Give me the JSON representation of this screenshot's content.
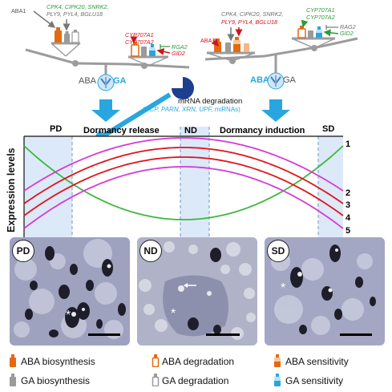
{
  "top_left": {
    "green_genes": [
      "CPK4, CIPK20, SNRK2,"
    ],
    "grey_genes": [
      "PLY9, PYL4, BGLU18"
    ],
    "aba1": "ABA1",
    "cyp_red": [
      "CYP707A1",
      "CYP707A2"
    ],
    "rga2": "RGA2",
    "gid2": "GID2",
    "balance_aba": "ABA",
    "balance_ga": "GA"
  },
  "top_right": {
    "grey_genes": [
      "CPK4, CIPK20, SNRK2,"
    ],
    "red_genes": [
      "PLY9, PYL4, BGLU18"
    ],
    "aba1": "ABA1",
    "cyp_green": [
      "CYP707A1",
      "CYP707A2"
    ],
    "rag2": "RAG2",
    "gid2": "GID2",
    "balance_aba": "ABA",
    "balance_ga": "GA"
  },
  "mrna": {
    "title": "mRNA degradation",
    "detail_prefix": "(",
    "detail_italic": "DCP, PARN, XRN, UPF,",
    "detail_suffix": " miRNAs)"
  },
  "chart": {
    "ylabel": "Expression levels",
    "phase_labels": [
      "PD",
      "Dormancy release",
      "ND",
      "Dormancy induction",
      "SD"
    ],
    "curve_numbers": [
      "1",
      "2",
      "3",
      "4",
      "5"
    ],
    "colors": {
      "green": "#3cb83c",
      "red": "#e0141c",
      "magenta": "#d63ad6",
      "band": "#dce9f8"
    }
  },
  "micrographs": [
    {
      "label": "PD"
    },
    {
      "label": "ND"
    },
    {
      "label": "SD"
    }
  ],
  "legend": [
    {
      "icon": "aba-biosynthesis",
      "text": "ABA biosynthesis",
      "color": "#e46a12"
    },
    {
      "icon": "aba-degradation",
      "text": "ABA degradation",
      "color": "#e46a12"
    },
    {
      "icon": "aba-sensitivity",
      "text": "ABA sensitivity",
      "color": "#e46a12"
    },
    {
      "icon": "ga-biosynthesis",
      "text": "GA biosynthesis",
      "color": "#9a9a9a"
    },
    {
      "icon": "ga-degradation",
      "text": "GA degradation",
      "color": "#9a9a9a"
    },
    {
      "icon": "ga-sensitivity",
      "text": "GA sensitivity",
      "color": "#29a6df"
    }
  ]
}
